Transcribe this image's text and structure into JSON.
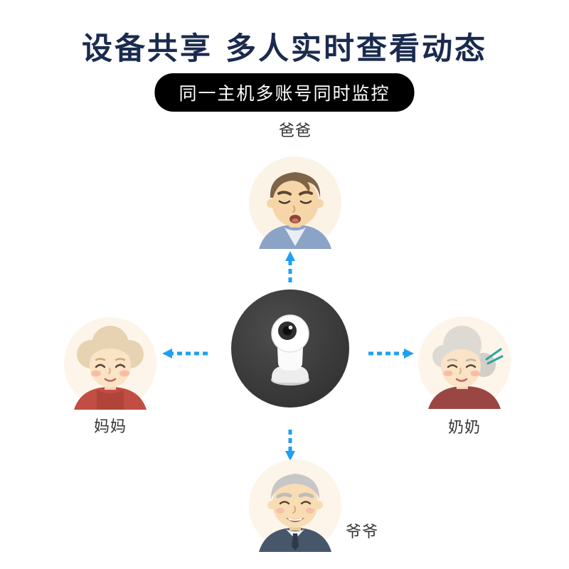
{
  "header": {
    "title": "设备共享 多人实时查看动态",
    "subtitle": "同一主机多账号同时监控"
  },
  "diagram": {
    "center_icon": "wifi-security-camera",
    "nodes": {
      "top": {
        "label": "爸爸",
        "icon": "dad-avatar"
      },
      "left": {
        "label": "妈妈",
        "icon": "mom-avatar"
      },
      "right": {
        "label": "奶奶",
        "icon": "grandma-avatar"
      },
      "bottom": {
        "label": "爷爷",
        "icon": "grandpa-avatar"
      }
    }
  },
  "colors": {
    "title": "#1a2b4e",
    "subtitle_bg": "#000000",
    "subtitle_text": "#ffffff",
    "arrow": "#1ea0f2",
    "label": "#333333"
  }
}
